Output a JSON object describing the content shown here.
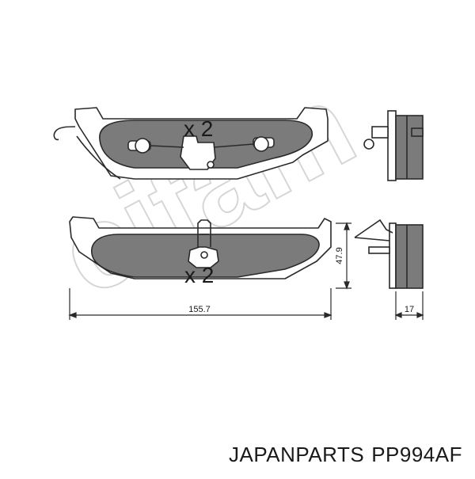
{
  "diagram": {
    "top_pad": {
      "quantity_label": "x 2"
    },
    "bottom_pad": {
      "quantity_label": "x 2"
    },
    "dimensions": {
      "width": "155.7",
      "height": "47.9",
      "thickness": "17"
    },
    "watermark_text": "cifam"
  },
  "caption": {
    "brand": "JAPANPARTS",
    "part_number": "PP994AF"
  },
  "colors": {
    "pad_fill": "#7b7b7b",
    "line": "#2a2a2a",
    "watermark": "#d6d6d6"
  }
}
